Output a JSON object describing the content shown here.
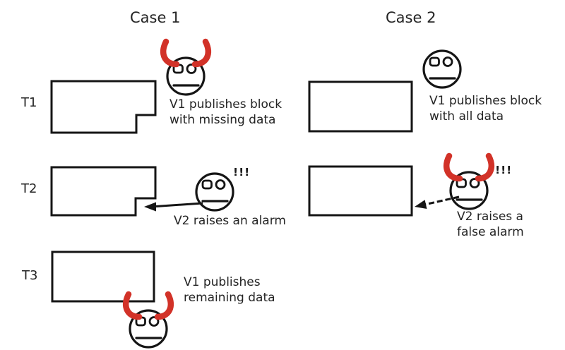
{
  "canvas": {
    "background": "#ffffff",
    "ink": "#1a1a1a",
    "devil_red": "#d23228"
  },
  "headings": {
    "case1": "Case 1",
    "case2": "Case 2"
  },
  "row_labels": {
    "t1": "T1",
    "t2": "T2",
    "t3": "T3"
  },
  "labels": {
    "c1t1_line1": "V1 publishes block",
    "c1t1_line2": "with missing data",
    "c1t2_text": "V2 raises an alarm",
    "c1t2_exclaim": "!!!",
    "c1t3_line1": "V1 publishes",
    "c1t3_line2": "remaining data",
    "c2t1_line1": "V1 publishes block",
    "c2t1_line2": "with all data",
    "c2t2_line1": "V2 raises a",
    "c2t2_line2": "false alarm",
    "c2t2_exclaim": "!!!"
  },
  "figures": {
    "blocks": [
      {
        "case": "Case 1",
        "time": "T1",
        "missing_chunk": true
      },
      {
        "case": "Case 1",
        "time": "T2",
        "missing_chunk": true
      },
      {
        "case": "Case 1",
        "time": "T3",
        "missing_chunk": false
      },
      {
        "case": "Case 2",
        "time": "T1",
        "missing_chunk": false
      },
      {
        "case": "Case 2",
        "time": "T2",
        "missing_chunk": false
      }
    ],
    "faces": [
      {
        "case": "Case 1",
        "time": "T1",
        "devil_horns": true
      },
      {
        "case": "Case 1",
        "time": "T2",
        "devil_horns": false
      },
      {
        "case": "Case 1",
        "time": "T3",
        "devil_horns": true
      },
      {
        "case": "Case 2",
        "time": "T1",
        "devil_horns": false
      },
      {
        "case": "Case 2",
        "time": "T2",
        "devil_horns": true
      }
    ],
    "arrows": [
      {
        "case": "Case 1",
        "time": "T2",
        "style": "solid",
        "points_at": "missing chunk"
      },
      {
        "case": "Case 2",
        "time": "T2",
        "style": "dashed",
        "points_at": "block"
      }
    ]
  }
}
